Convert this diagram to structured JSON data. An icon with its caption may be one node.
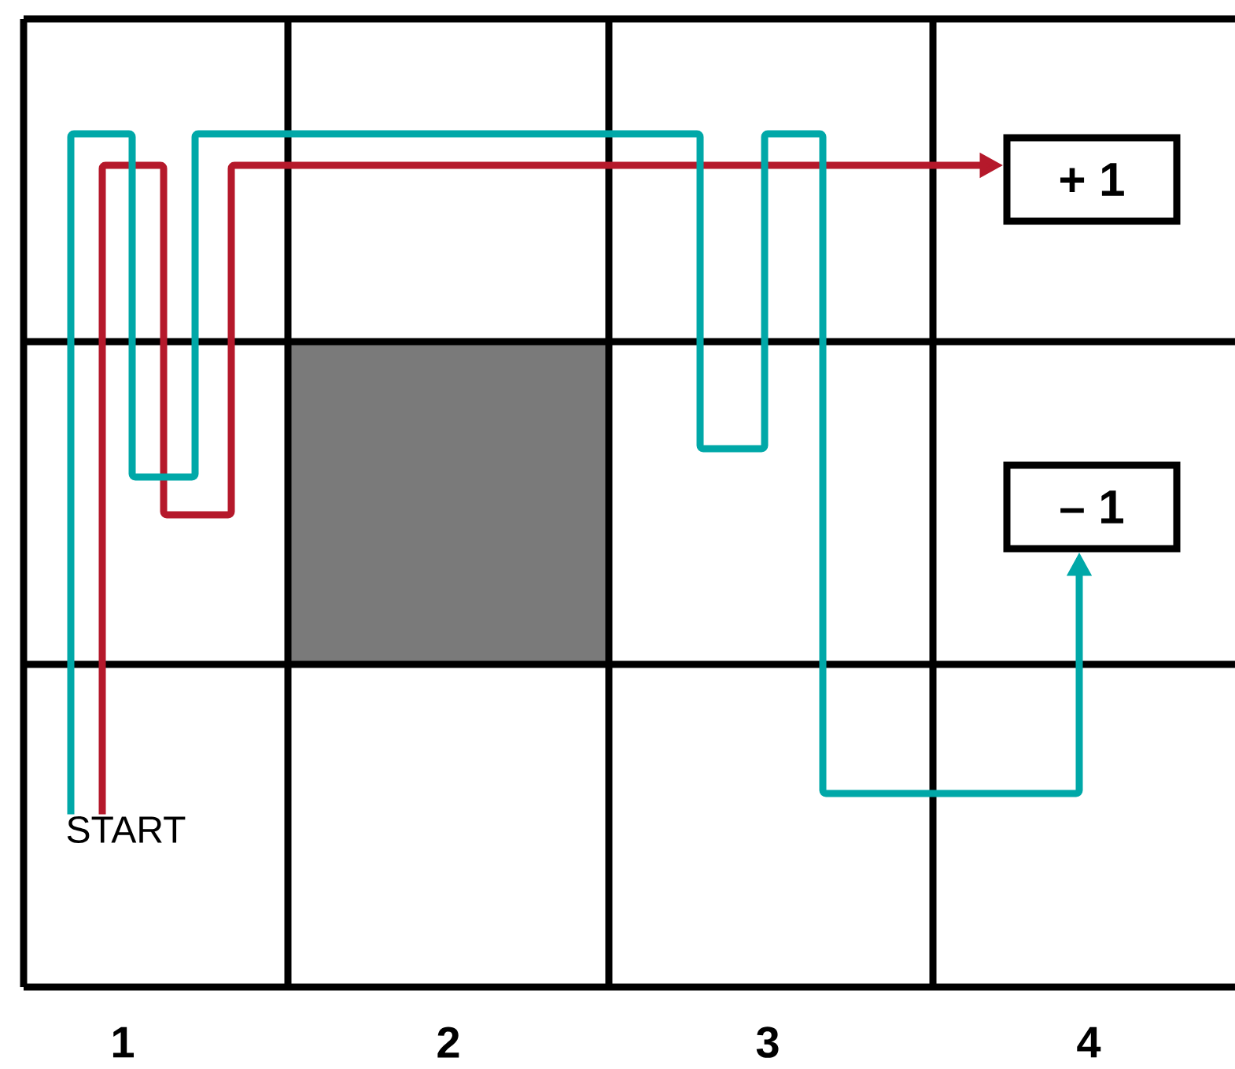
{
  "diagram": {
    "nodes": [
      {
        "text": [
          "START"
        ]
      },
      {
        "text": [
          "+ 1"
        ]
      },
      {
        "text": [
          "– 1"
        ]
      }
    ],
    "edges": [
      {
        "from": 0,
        "to": 1,
        "arrow": "to",
        "color": "#b5192b"
      },
      {
        "from": 0,
        "to": 2,
        "arrow": "to",
        "color": "#00a8a8"
      }
    ],
    "labels": [
      "1",
      "2",
      "3",
      "4"
    ]
  }
}
